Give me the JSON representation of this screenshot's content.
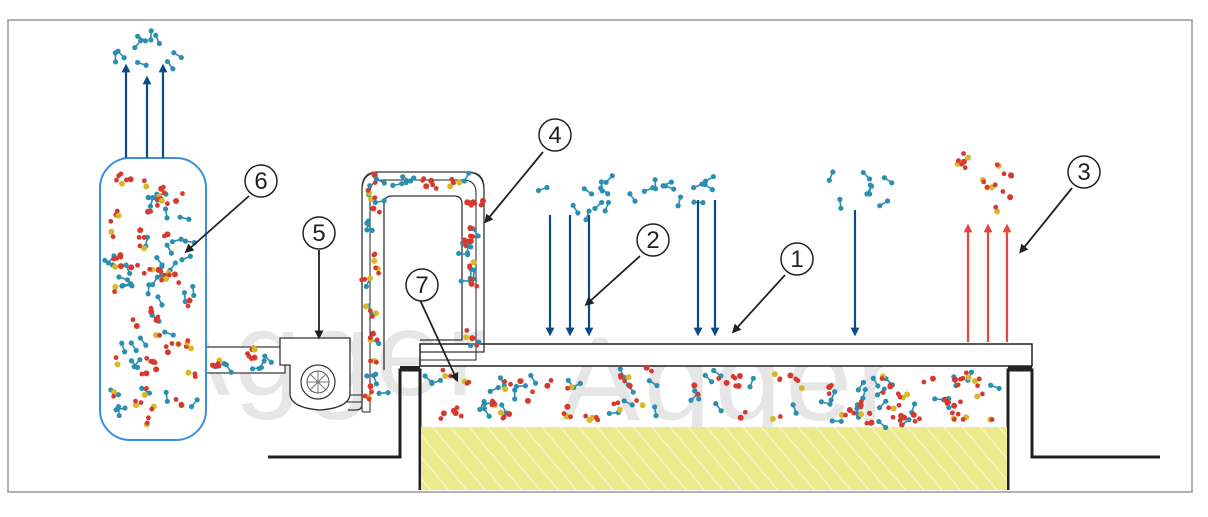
{
  "diagram": {
    "callouts": [
      {
        "id": "1",
        "label": "1"
      },
      {
        "id": "2",
        "label": "2"
      },
      {
        "id": "3",
        "label": "3"
      },
      {
        "id": "4",
        "label": "4"
      },
      {
        "id": "5",
        "label": "5"
      },
      {
        "id": "6",
        "label": "6"
      },
      {
        "id": "7",
        "label": "7"
      }
    ],
    "watermark": [
      "Agger",
      "Agger"
    ],
    "colors": {
      "inflow_arrow": "#0d4a8a",
      "outflow_arrow": "#e8463c",
      "molecule_blue": "#2a8fb0",
      "molecule_red": "#d63a2e",
      "molecule_yellow": "#d8b82a",
      "waste_fill": "#ecea8c",
      "filter_border": "#3a8fe0",
      "outline": "#222222",
      "frame_border": "#999999"
    },
    "icons": [
      "fan-icon"
    ]
  }
}
